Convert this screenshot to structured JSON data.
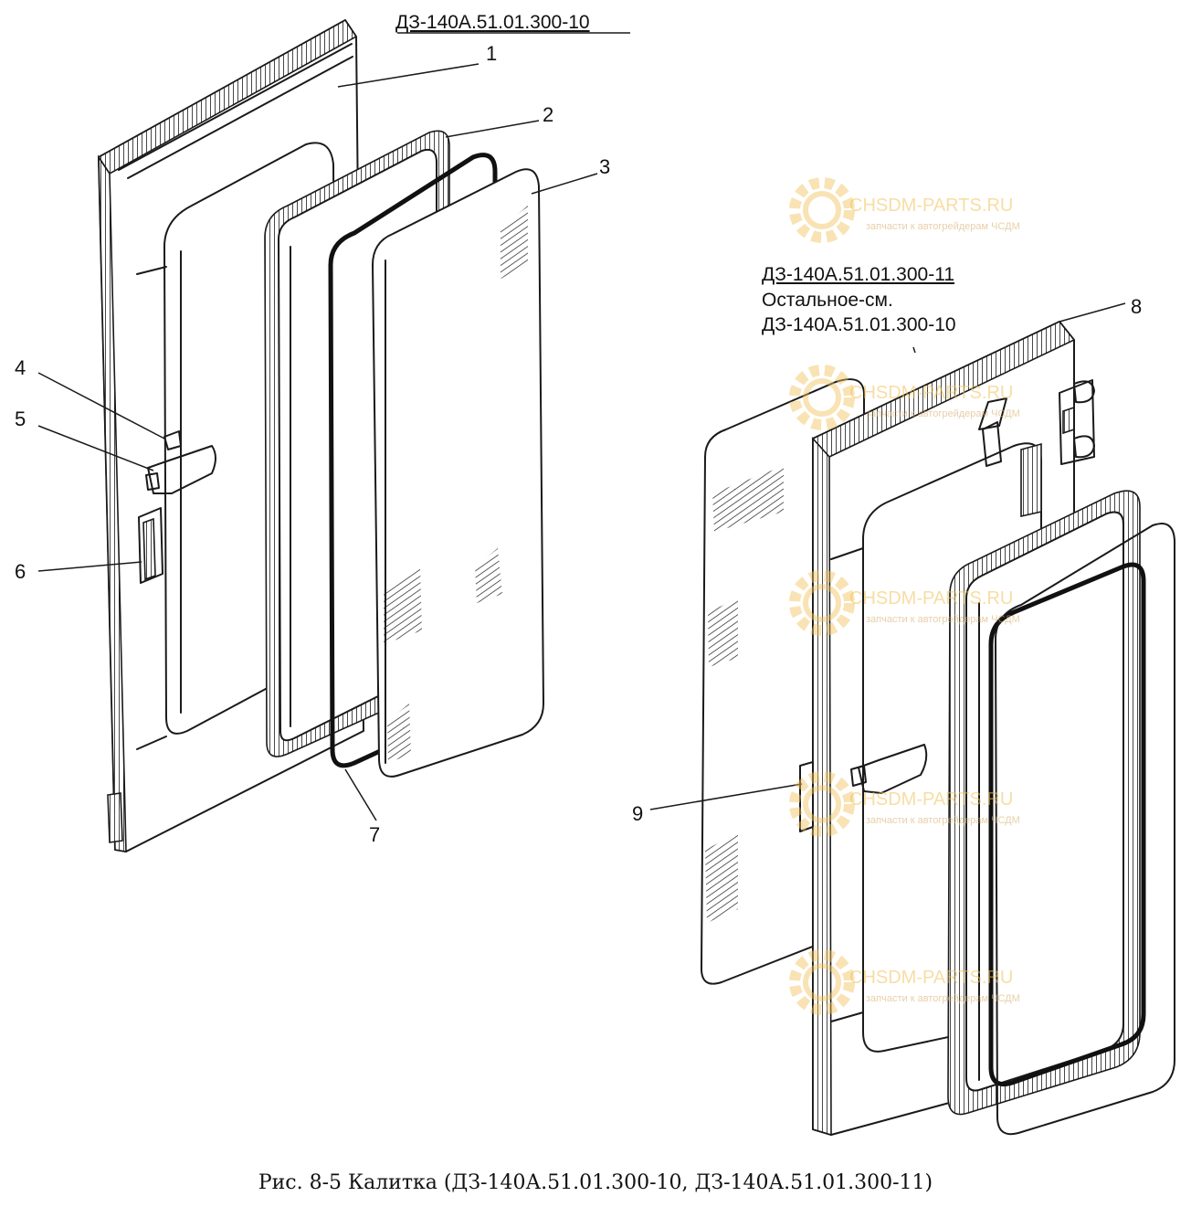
{
  "left_assembly": {
    "designation": "ДЗ-140А.51.01.300-10"
  },
  "right_assembly": {
    "designation": "ДЗ-140А.51.01.300-11",
    "note_line1": "Остальное-см.",
    "note_line2": "ДЗ-140А.51.01.300-10"
  },
  "callouts": [
    "1",
    "2",
    "3",
    "4",
    "5",
    "6",
    "7",
    "8",
    "9"
  ],
  "caption": "Рис.  8-5  Калитка  (ДЗ-140А.51.01.300-10,  ДЗ-140А.51.01.300-11)",
  "watermark": {
    "brand": "CHSDM-PARTS.RU",
    "tagline": "запчасти к автогрейдерам ЧСДМ",
    "color": "#f2c25a"
  }
}
